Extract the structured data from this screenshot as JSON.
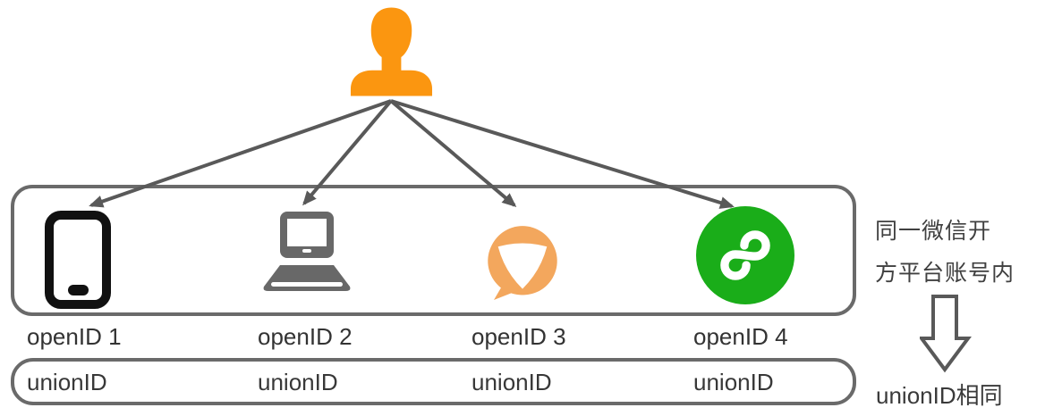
{
  "user": {
    "icon": "user-icon"
  },
  "platforms": [
    {
      "openid": "openID 1",
      "unionid": "unionID",
      "icon": "phone-icon"
    },
    {
      "openid": "openID 2",
      "unionid": "unionID",
      "icon": "laptop-icon"
    },
    {
      "openid": "openID 3",
      "unionid": "unionID",
      "icon": "wechat-open-community-icon"
    },
    {
      "openid": "openID 4",
      "unionid": "unionID",
      "icon": "mini-program-icon"
    }
  ],
  "annotation": {
    "line1": "同一微信开",
    "line2": "方平台账号内",
    "conclusion": "unionID相同"
  },
  "colors": {
    "person_orange": "#FB9610",
    "swirl_orange": "#F3A75D",
    "miniprogram_green": "#1AAD19",
    "arrow_gray": "#595959",
    "laptop_gray": "#686868",
    "border_gray": "#6a6a6a",
    "phone_black": "#111111",
    "text": "#333333"
  }
}
